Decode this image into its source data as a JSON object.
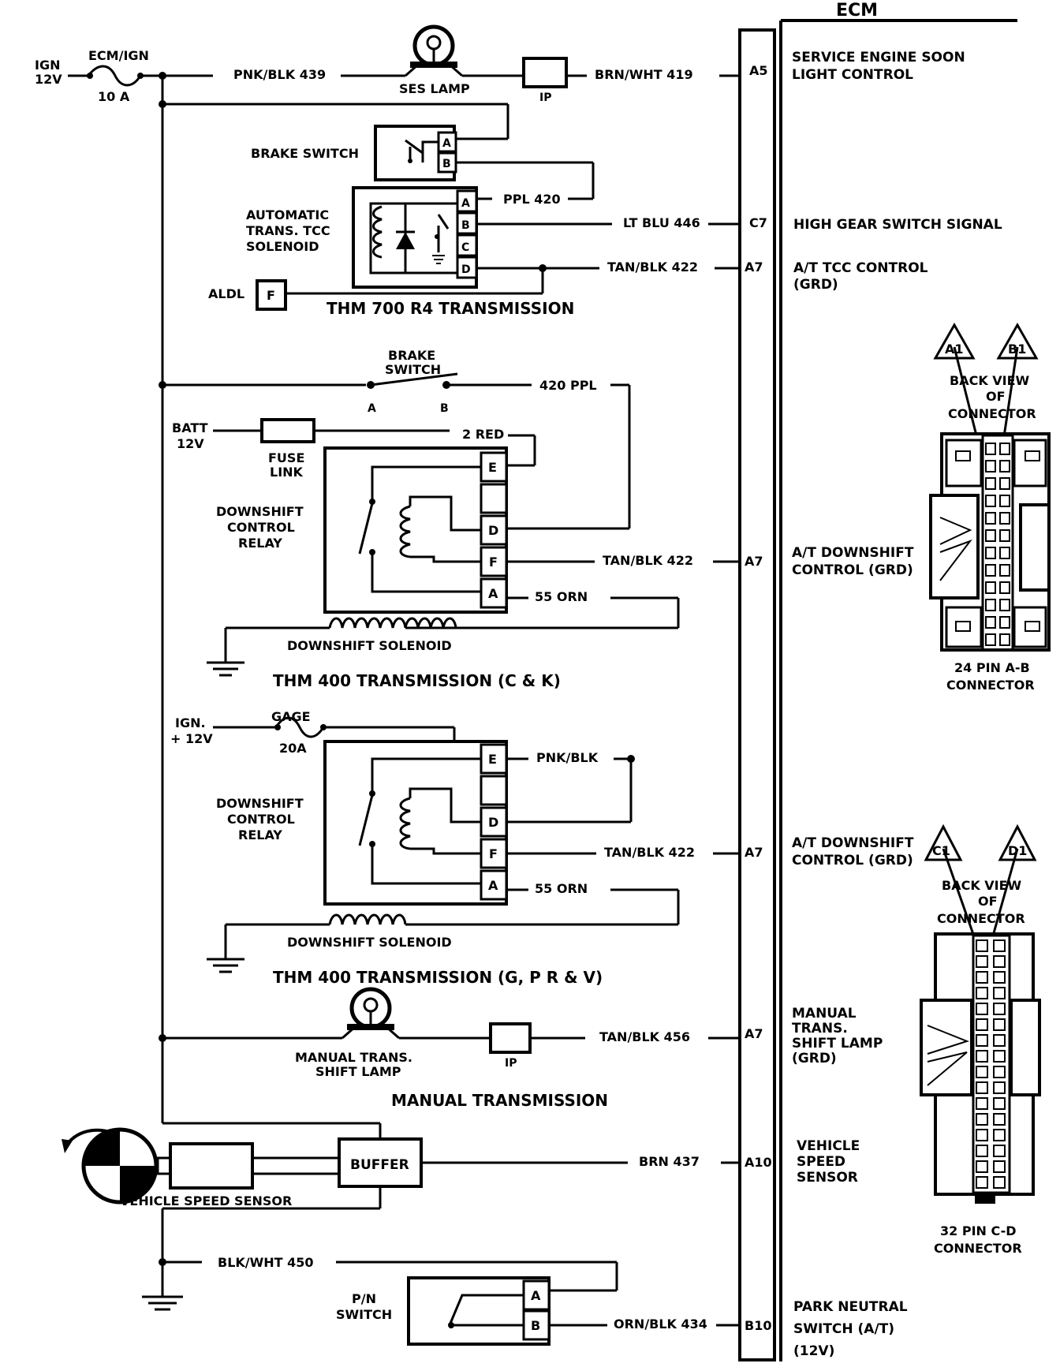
{
  "ecm": {
    "title": "ECM",
    "pins": {
      "a5": "A5",
      "c7": "C7",
      "a7_tcc": "A7",
      "a7_ds1": "A7",
      "a7_ds2": "A7",
      "a7_shift": "A7",
      "a10": "A10",
      "b10": "B10"
    },
    "functions": {
      "ses_1": "SERVICE ENGINE SOON",
      "ses_2": "LIGHT CONTROL",
      "high_gear": "HIGH GEAR SWITCH SIGNAL",
      "tcc_1": "A/T TCC CONTROL",
      "tcc_2": "(GRD)",
      "ds1_1": "A/T DOWNSHIFT",
      "ds1_2": "CONTROL (GRD)",
      "ds2_1": "A/T DOWNSHIFT",
      "ds2_2": "CONTROL (GRD)",
      "mts_1": "MANUAL",
      "mts_2": "TRANS.",
      "mts_3": "SHIFT LAMP",
      "mts_4": "(GRD)",
      "vss_1": "VEHICLE",
      "vss_2": "SPEED",
      "vss_3": "SENSOR",
      "pn_1": "PARK NEUTRAL",
      "pn_2": "SWITCH (A/T)",
      "pn_3": "(12V)"
    }
  },
  "power": {
    "ign_1": "IGN",
    "ign_2": "12V",
    "fuse_name": "ECM/IGN",
    "fuse_rating": "10 A"
  },
  "top": {
    "wire_pnk_blk": "PNK/BLK 439",
    "ses_lamp": "SES LAMP",
    "ip_1": "IP",
    "wire_brn_wht": "BRN/WHT 419"
  },
  "thm700": {
    "brake_switch": "BRAKE SWITCH",
    "pin_a": "A",
    "pin_b": "B",
    "solenoid_1": "AUTOMATIC",
    "solenoid_2": "TRANS. TCC",
    "solenoid_3": "SOLENOID",
    "pins": [
      "A",
      "B",
      "C",
      "D"
    ],
    "wire_ppl": "PPL 420",
    "wire_lt_blu": "LT BLU 446",
    "wire_tan_blk": "TAN/BLK 422",
    "aldl": "ALDL",
    "aldl_pin": "F",
    "title": "THM 700 R4 TRANSMISSION"
  },
  "thm400ck": {
    "brake_1": "BRAKE",
    "brake_2": "SWITCH",
    "sw_a": "A",
    "sw_b": "B",
    "wire_420": "420 PPL",
    "batt_1": "BATT",
    "batt_2": "12V",
    "fuse_1": "FUSE",
    "fuse_2": "LINK",
    "wire_red": "2 RED",
    "relay_1": "DOWNSHIFT",
    "relay_2": "CONTROL",
    "relay_3": "RELAY",
    "pins": [
      "E",
      "",
      "D",
      "F",
      "A"
    ],
    "wire_tan_blk": "TAN/BLK 422",
    "wire_orn": "55 ORN",
    "solenoid": "DOWNSHIFT SOLENOID",
    "title": "THM 400 TRANSMISSION (C & K)"
  },
  "thm400gpv": {
    "ign_1": "IGN.",
    "ign_2": "+ 12V",
    "gage": "GAGE",
    "gage_rating": "20A",
    "wire_pnk": "PNK/BLK",
    "relay_1": "DOWNSHIFT",
    "relay_2": "CONTROL",
    "relay_3": "RELAY",
    "pins": [
      "E",
      "",
      "D",
      "F",
      "A"
    ],
    "wire_tan_blk": "TAN/BLK 422",
    "wire_orn": "55 ORN",
    "solenoid": "DOWNSHIFT SOLENOID",
    "title": "THM 400 TRANSMISSION (G, P R & V)"
  },
  "manual": {
    "lamp_1": "MANUAL TRANS.",
    "lamp_2": "SHIFT LAMP",
    "ip": "IP",
    "wire": "TAN/BLK 456",
    "title": "MANUAL TRANSMISSION"
  },
  "vss": {
    "buffer": "BUFFER",
    "label": "VEHICLE SPEED SENSOR",
    "wire": "BRN 437"
  },
  "pn": {
    "ground_wire": "BLK/WHT 450",
    "label_1": "P/N",
    "label_2": "SWITCH",
    "pin_a": "A",
    "pin_b": "B",
    "wire": "ORN/BLK 434"
  },
  "connectors": {
    "ab": {
      "tag_a": "A1",
      "tag_b": "B1",
      "view_1": "BACK VIEW",
      "view_2": "OF",
      "view_3": "CONNECTOR",
      "name_1": "24 PIN  A-B",
      "name_2": "CONNECTOR"
    },
    "cd": {
      "tag_c": "C1",
      "tag_d": "D1",
      "view_1": "BACK VIEW",
      "view_2": "OF",
      "view_3": "CONNECTOR",
      "name_1": "32  PIN C-D",
      "name_2": "CONNECTOR"
    }
  }
}
